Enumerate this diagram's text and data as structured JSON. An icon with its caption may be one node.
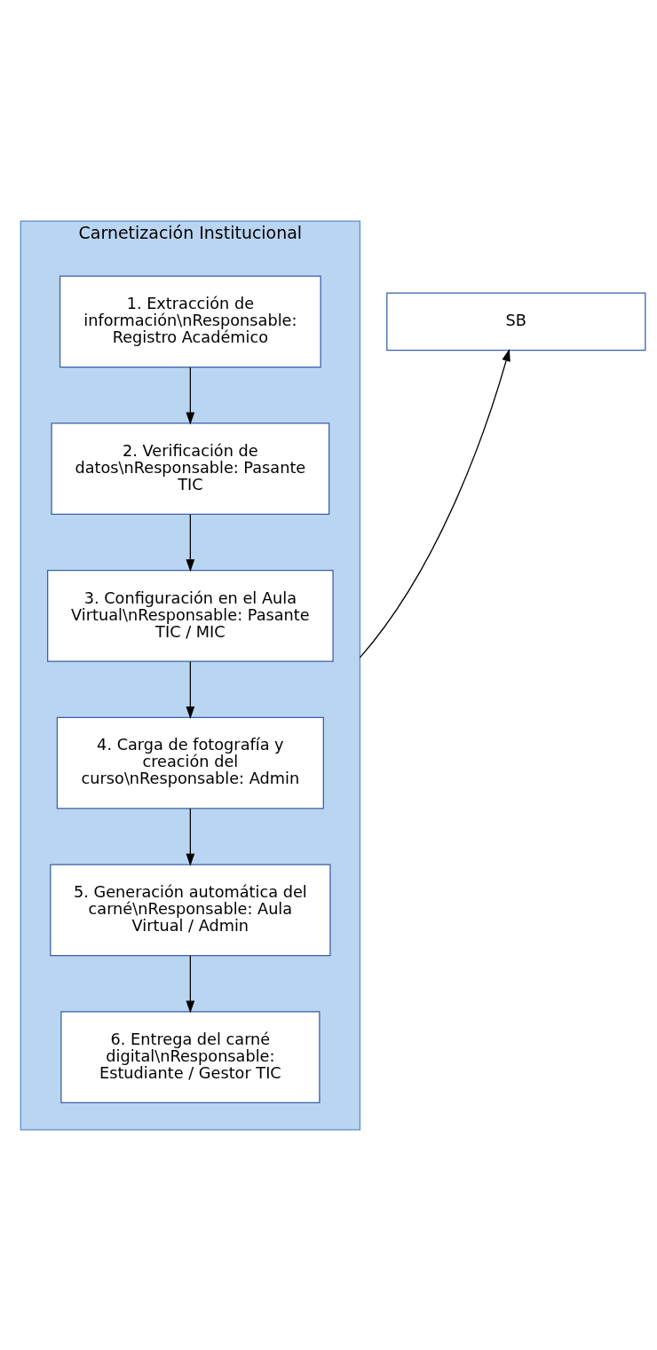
{
  "diagram": {
    "nodes": [
      {
        "text": [
          "Carnetización Institucional"
        ]
      },
      {
        "text": [
          "1. Extracción de información\\nResponsable: Registro Académico"
        ],
        "in": 0
      },
      {
        "text": [
          "2. Verificación de datos\\nResponsable: Pasante TIC"
        ],
        "in": 0
      },
      {
        "text": [
          "3. Configuración en el Aula Virtual\\nResponsable: Pasante TIC / MIC"
        ],
        "in": 0
      },
      {
        "text": [
          "4. Carga de fotografía y creación del curso\\nResponsable: Admin"
        ],
        "in": 0
      },
      {
        "text": [
          "5. Generación automática del carné\\nResponsable: Aula Virtual / Admin"
        ],
        "in": 0
      },
      {
        "text": [
          "6. Entrega del carné digital\\nResponsable: Estudiante / Gestor TIC"
        ],
        "in": 0
      },
      {
        "text": [
          "SB"
        ]
      }
    ],
    "edges": [
      {
        "from": 1,
        "to": 2,
        "arrow": "to"
      },
      {
        "from": 2,
        "to": 3,
        "arrow": "to"
      },
      {
        "from": 3,
        "to": 4,
        "arrow": "to"
      },
      {
        "from": 4,
        "to": 5,
        "arrow": "to"
      },
      {
        "from": 5,
        "to": 6,
        "arrow": "to"
      },
      {
        "from": 0,
        "to": 7,
        "arrow": "to"
      }
    ]
  }
}
